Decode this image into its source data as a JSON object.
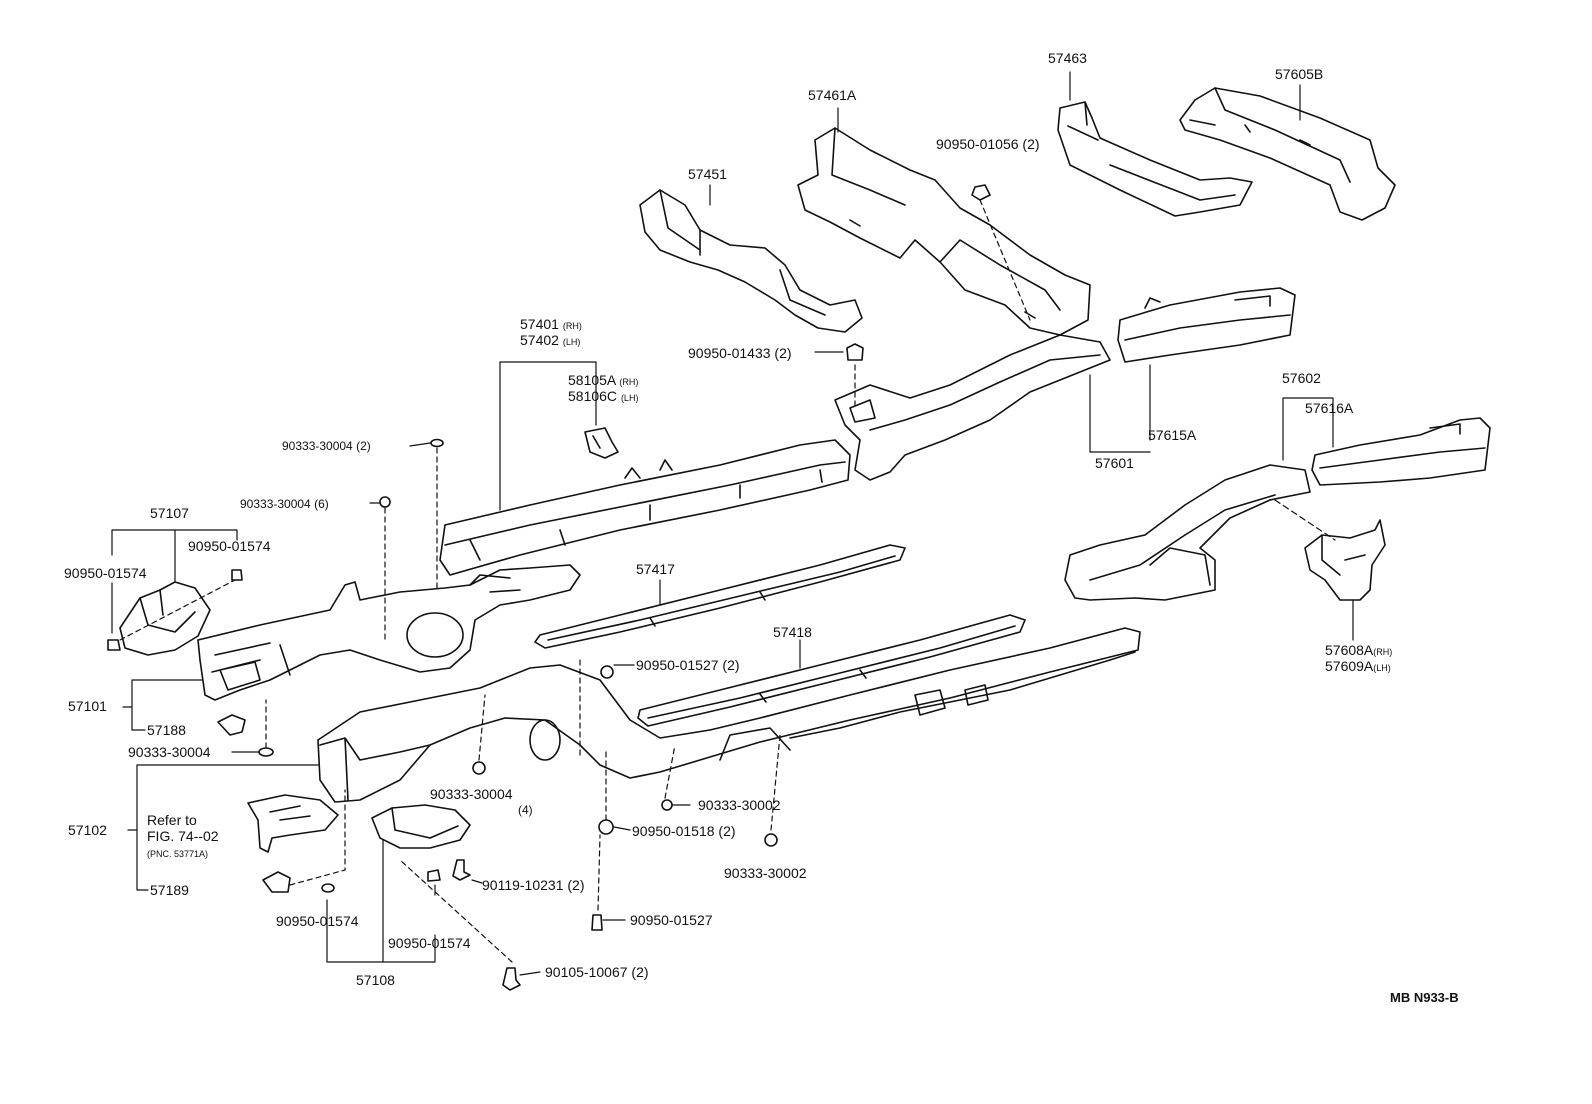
{
  "diagram_code": "MB N933-B",
  "refer_note": {
    "line1": "Refer to",
    "line2": "FIG. 74--02",
    "line3": "(PNC. 53771A)"
  },
  "labels": {
    "p57463": "57463",
    "p57605B": "57605B",
    "p57461A": "57461A",
    "f90950_01056": "90950-01056",
    "q2_01056": "(2)",
    "p57451": "57451",
    "p57401": "57401",
    "rh_57401": "(RH)",
    "p57402": "57402",
    "lh_57402": "(LH)",
    "p58105A": "58105A",
    "rh_58105A": "(RH)",
    "p58106C": "58106C",
    "lh_58106C": "(LH)",
    "f90950_01433": "90950-01433 (2)",
    "f90333_30004_2": "90333-30004 (2)",
    "f90333_30004_6": "90333-30004 (6)",
    "p57107": "57107",
    "f90950_01574_a": "90950-01574",
    "f90950_01574_b": "90950-01574",
    "p57101": "57101",
    "p57188": "57188",
    "f90333_30004_c": "90333-30004",
    "p57102": "57102",
    "p57189": "57189",
    "f90950_01574_c": "90950-01574",
    "f90950_01574_d": "90950-01574",
    "p57108": "57108",
    "f90333_30004_4": "90333-30004",
    "q4": "(4)",
    "f90119_10231": "90119-10231",
    "q2_10231": "(2)",
    "f90105_10067": "90105-10067",
    "q2_10067": "(2)",
    "f90950_01527_a": "90950-01527 (2)",
    "f90950_01518": "90950-01518 (2)",
    "f90950_01527_b": "90950-01527",
    "f90333_30002_a": "90333-30002",
    "f90333_30002_b": "90333-30002",
    "p57417": "57417",
    "p57418": "57418",
    "p57615A": "57615A",
    "p57601": "57601",
    "p57602": "57602",
    "p57616A": "57616A",
    "p57608A": "57608A",
    "rh_57608A": "(RH)",
    "p57609A": "57609A",
    "lh_57609A": "(LH)"
  }
}
